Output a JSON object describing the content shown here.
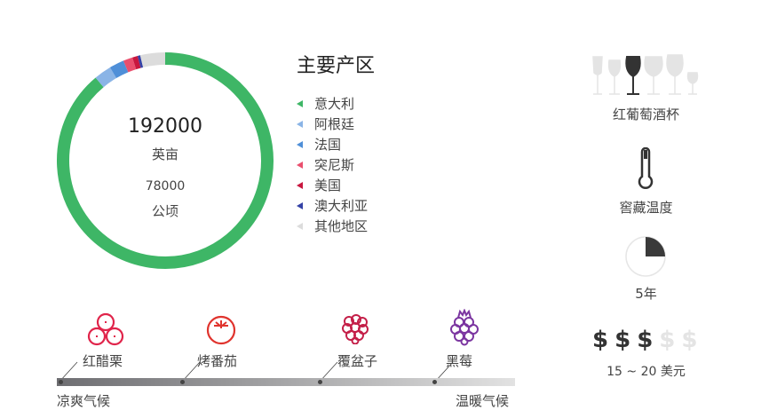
{
  "chart_data": {
    "type": "pie",
    "title": "主要产区",
    "center": {
      "value_acres": "192000",
      "unit_acres": "英亩",
      "value_hectares": "78000",
      "unit_hectares": "公顷"
    },
    "categories": [
      "意大利",
      "阿根廷",
      "法国",
      "突尼斯",
      "美国",
      "澳大利亚",
      "其他地区"
    ],
    "values": [
      88.9,
      2.6,
      2.2,
      1.4,
      0.8,
      0.4,
      3.7
    ],
    "colors": [
      "#3eb666",
      "#8ab4e6",
      "#4f8fd8",
      "#ea4f6e",
      "#c8173f",
      "#3442a6",
      "#dcdcdc"
    ]
  },
  "side": {
    "glass_label": "红葡萄酒杯",
    "temp_label": "窖藏温度",
    "aging_label": "5年",
    "aging_fraction": 0.25,
    "price_symbols": [
      "$",
      "$",
      "$",
      "$",
      "$"
    ],
    "price_filled": 3,
    "price_label": "15 ~ 20 美元"
  },
  "flavors": [
    {
      "label": "红醋栗",
      "color": "#e0244a"
    },
    {
      "label": "烤番茄",
      "color": "#e0342e"
    },
    {
      "label": "覆盆子",
      "color": "#c41f48"
    },
    {
      "label": "黑莓",
      "color": "#7b35a0"
    }
  ],
  "climate": {
    "cool": "凉爽气候",
    "warm": "温暖气候"
  }
}
